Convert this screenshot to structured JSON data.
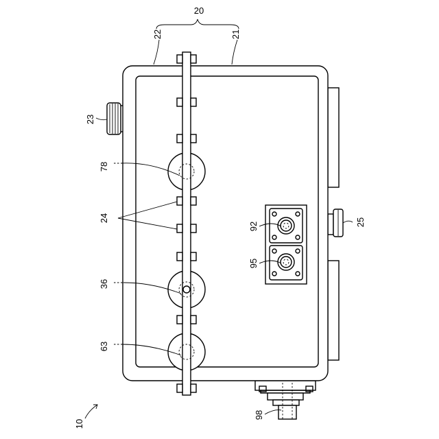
{
  "labels": {
    "ref_20": "20",
    "ref_22": "22",
    "ref_21": "21",
    "ref_23": "23",
    "ref_78": "78",
    "ref_24": "24",
    "ref_36": "36",
    "ref_63": "63",
    "ref_92": "92",
    "ref_95": "95",
    "ref_25": "25",
    "ref_98": "98",
    "ref_10": "10"
  }
}
